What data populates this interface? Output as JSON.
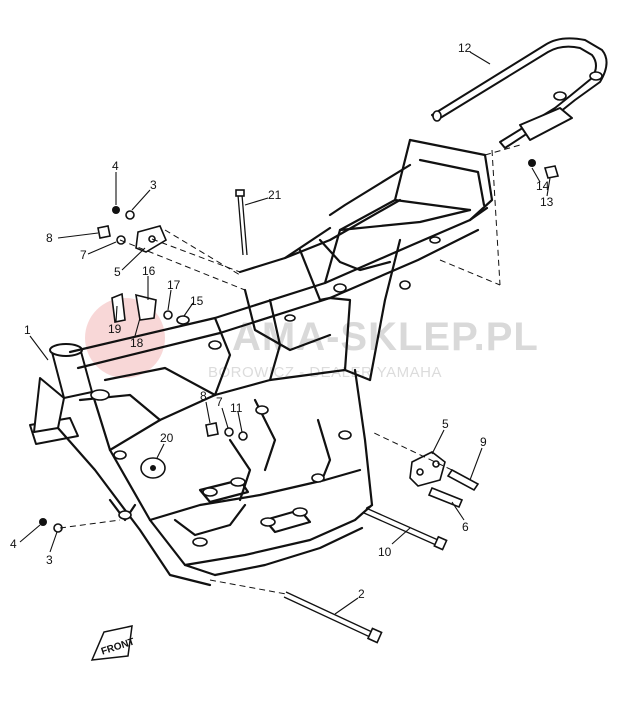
{
  "diagram": {
    "callouts": [
      {
        "id": "c12",
        "label": "12"
      },
      {
        "id": "c4a",
        "label": "4"
      },
      {
        "id": "c3a",
        "label": "3"
      },
      {
        "id": "c8a",
        "label": "8"
      },
      {
        "id": "c7a",
        "label": "7"
      },
      {
        "id": "c5a",
        "label": "5"
      },
      {
        "id": "c21",
        "label": "21"
      },
      {
        "id": "c14",
        "label": "14"
      },
      {
        "id": "c13",
        "label": "13"
      },
      {
        "id": "c16",
        "label": "16"
      },
      {
        "id": "c17",
        "label": "17"
      },
      {
        "id": "c15",
        "label": "15"
      },
      {
        "id": "c19",
        "label": "19"
      },
      {
        "id": "c18",
        "label": "18"
      },
      {
        "id": "c1",
        "label": "1"
      },
      {
        "id": "c8b",
        "label": "8"
      },
      {
        "id": "c7b",
        "label": "7"
      },
      {
        "id": "c11",
        "label": "11"
      },
      {
        "id": "c20",
        "label": "20"
      },
      {
        "id": "c5b",
        "label": "5"
      },
      {
        "id": "c9",
        "label": "9"
      },
      {
        "id": "c6",
        "label": "6"
      },
      {
        "id": "c10",
        "label": "10"
      },
      {
        "id": "c4b",
        "label": "4"
      },
      {
        "id": "c3b",
        "label": "3"
      },
      {
        "id": "c2",
        "label": "2"
      }
    ],
    "watermark": {
      "title": "AMA-SKLEP.PL",
      "subtitle": "BOROWICZ - DEALER YAMAHA"
    },
    "front_marker": "FRONT",
    "colors": {
      "ink": "#111111",
      "watermark": "#d9d9d9",
      "logo": "#f2b7b7"
    }
  }
}
